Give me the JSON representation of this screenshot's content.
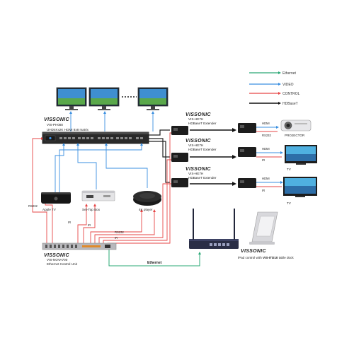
{
  "legend": {
    "items": [
      {
        "label": "Ethernet",
        "color": "#2aa876"
      },
      {
        "label": "VIDEO",
        "color": "#3a8fe0"
      },
      {
        "label": "CONTROL",
        "color": "#e64646"
      },
      {
        "label": "HDBaseT",
        "color": "#111111"
      }
    ]
  },
  "matrix": {
    "brand": "VISSONIC",
    "model": "VIS-PH080",
    "description": "UHD4Kx2K HDMI 8x8 matrix"
  },
  "extenders": [
    {
      "brand": "VISSONIC",
      "model": "VIS-HE7H",
      "description": "HDBaseT Extender",
      "signal": "HDMI",
      "control": "RS232",
      "display": "PROJECTOR"
    },
    {
      "brand": "VISSONIC",
      "model": "VIS-HE7H",
      "description": "HDBaseT Extender",
      "signal": "HDMI",
      "control": "IR",
      "display": "TV"
    },
    {
      "brand": "VISSONIC",
      "model": "VIS-HE7H",
      "description": "HDBaseT Extender",
      "signal": "HDMI",
      "control": "IR",
      "display": "TV"
    }
  ],
  "sources": [
    {
      "label": "Apple TV",
      "port": "RS232"
    },
    {
      "label": "Set-Top Box",
      "port": "IR"
    },
    {
      "label": "4K player",
      "port": "IR"
    }
  ],
  "control_unit": {
    "brand": "VISSONIC",
    "model": "VIS-NOVA700",
    "description": "Ethernet Control Unit"
  },
  "mid_labels": {
    "rs232": "RS232",
    "ir": "IR"
  },
  "ethernet_label": "Ethernet",
  "dock": {
    "brand": "VISSONIC",
    "description_prefix": "iPad control with ",
    "description_model": "VIS-ITD10",
    "description_suffix": " table dock"
  }
}
